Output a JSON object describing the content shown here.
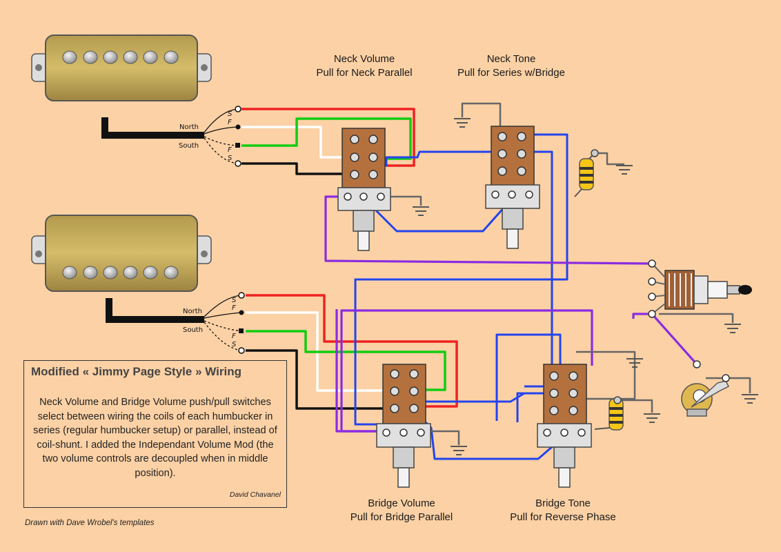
{
  "labels": {
    "neck_volume": {
      "line1": "Neck Volume",
      "line2": "Pull for Neck Parallel"
    },
    "neck_tone": {
      "line1": "Neck Tone",
      "line2": "Pull for Series w/Bridge"
    },
    "bridge_volume": {
      "line1": "Bridge Volume",
      "line2": "Pull for Bridge Parallel"
    },
    "bridge_tone": {
      "line1": "Bridge Tone",
      "line2": "Pull for Reverse Phase"
    }
  },
  "pickups": {
    "neck": {
      "north": "North",
      "south": "South",
      "s1": "S",
      "f1": "F",
      "f2": "F",
      "s2": "S"
    },
    "bridge": {
      "north": "North",
      "south": "South",
      "s1": "S",
      "f1": "F",
      "f2": "F",
      "s2": "S"
    }
  },
  "info": {
    "title": "Modified « Jimmy Page Style » Wiring",
    "body": "Neck Volume and Bridge Volume push/pull switches select between wiring the coils of each humbucker in series (regular humbucker setup) or parallel, instead of coil-shunt. I added the Independant Volume Mod (the two volume controls are decoupled when in middle position).",
    "author": "David Chavanel"
  },
  "credit": "Drawn with Dave Wrobel's templates",
  "colors": {
    "background": "#fcd1a5",
    "red_wire": "#ee2222",
    "white_wire": "#ffffff",
    "green_wire": "#11cc11",
    "black_wire": "#111111",
    "blue_wire": "#2244ee",
    "purple_wire": "#8a2be2",
    "ground_wire": "#666666",
    "pickup_gold": "#c9ad58",
    "switch_brown": "#b4713e"
  }
}
